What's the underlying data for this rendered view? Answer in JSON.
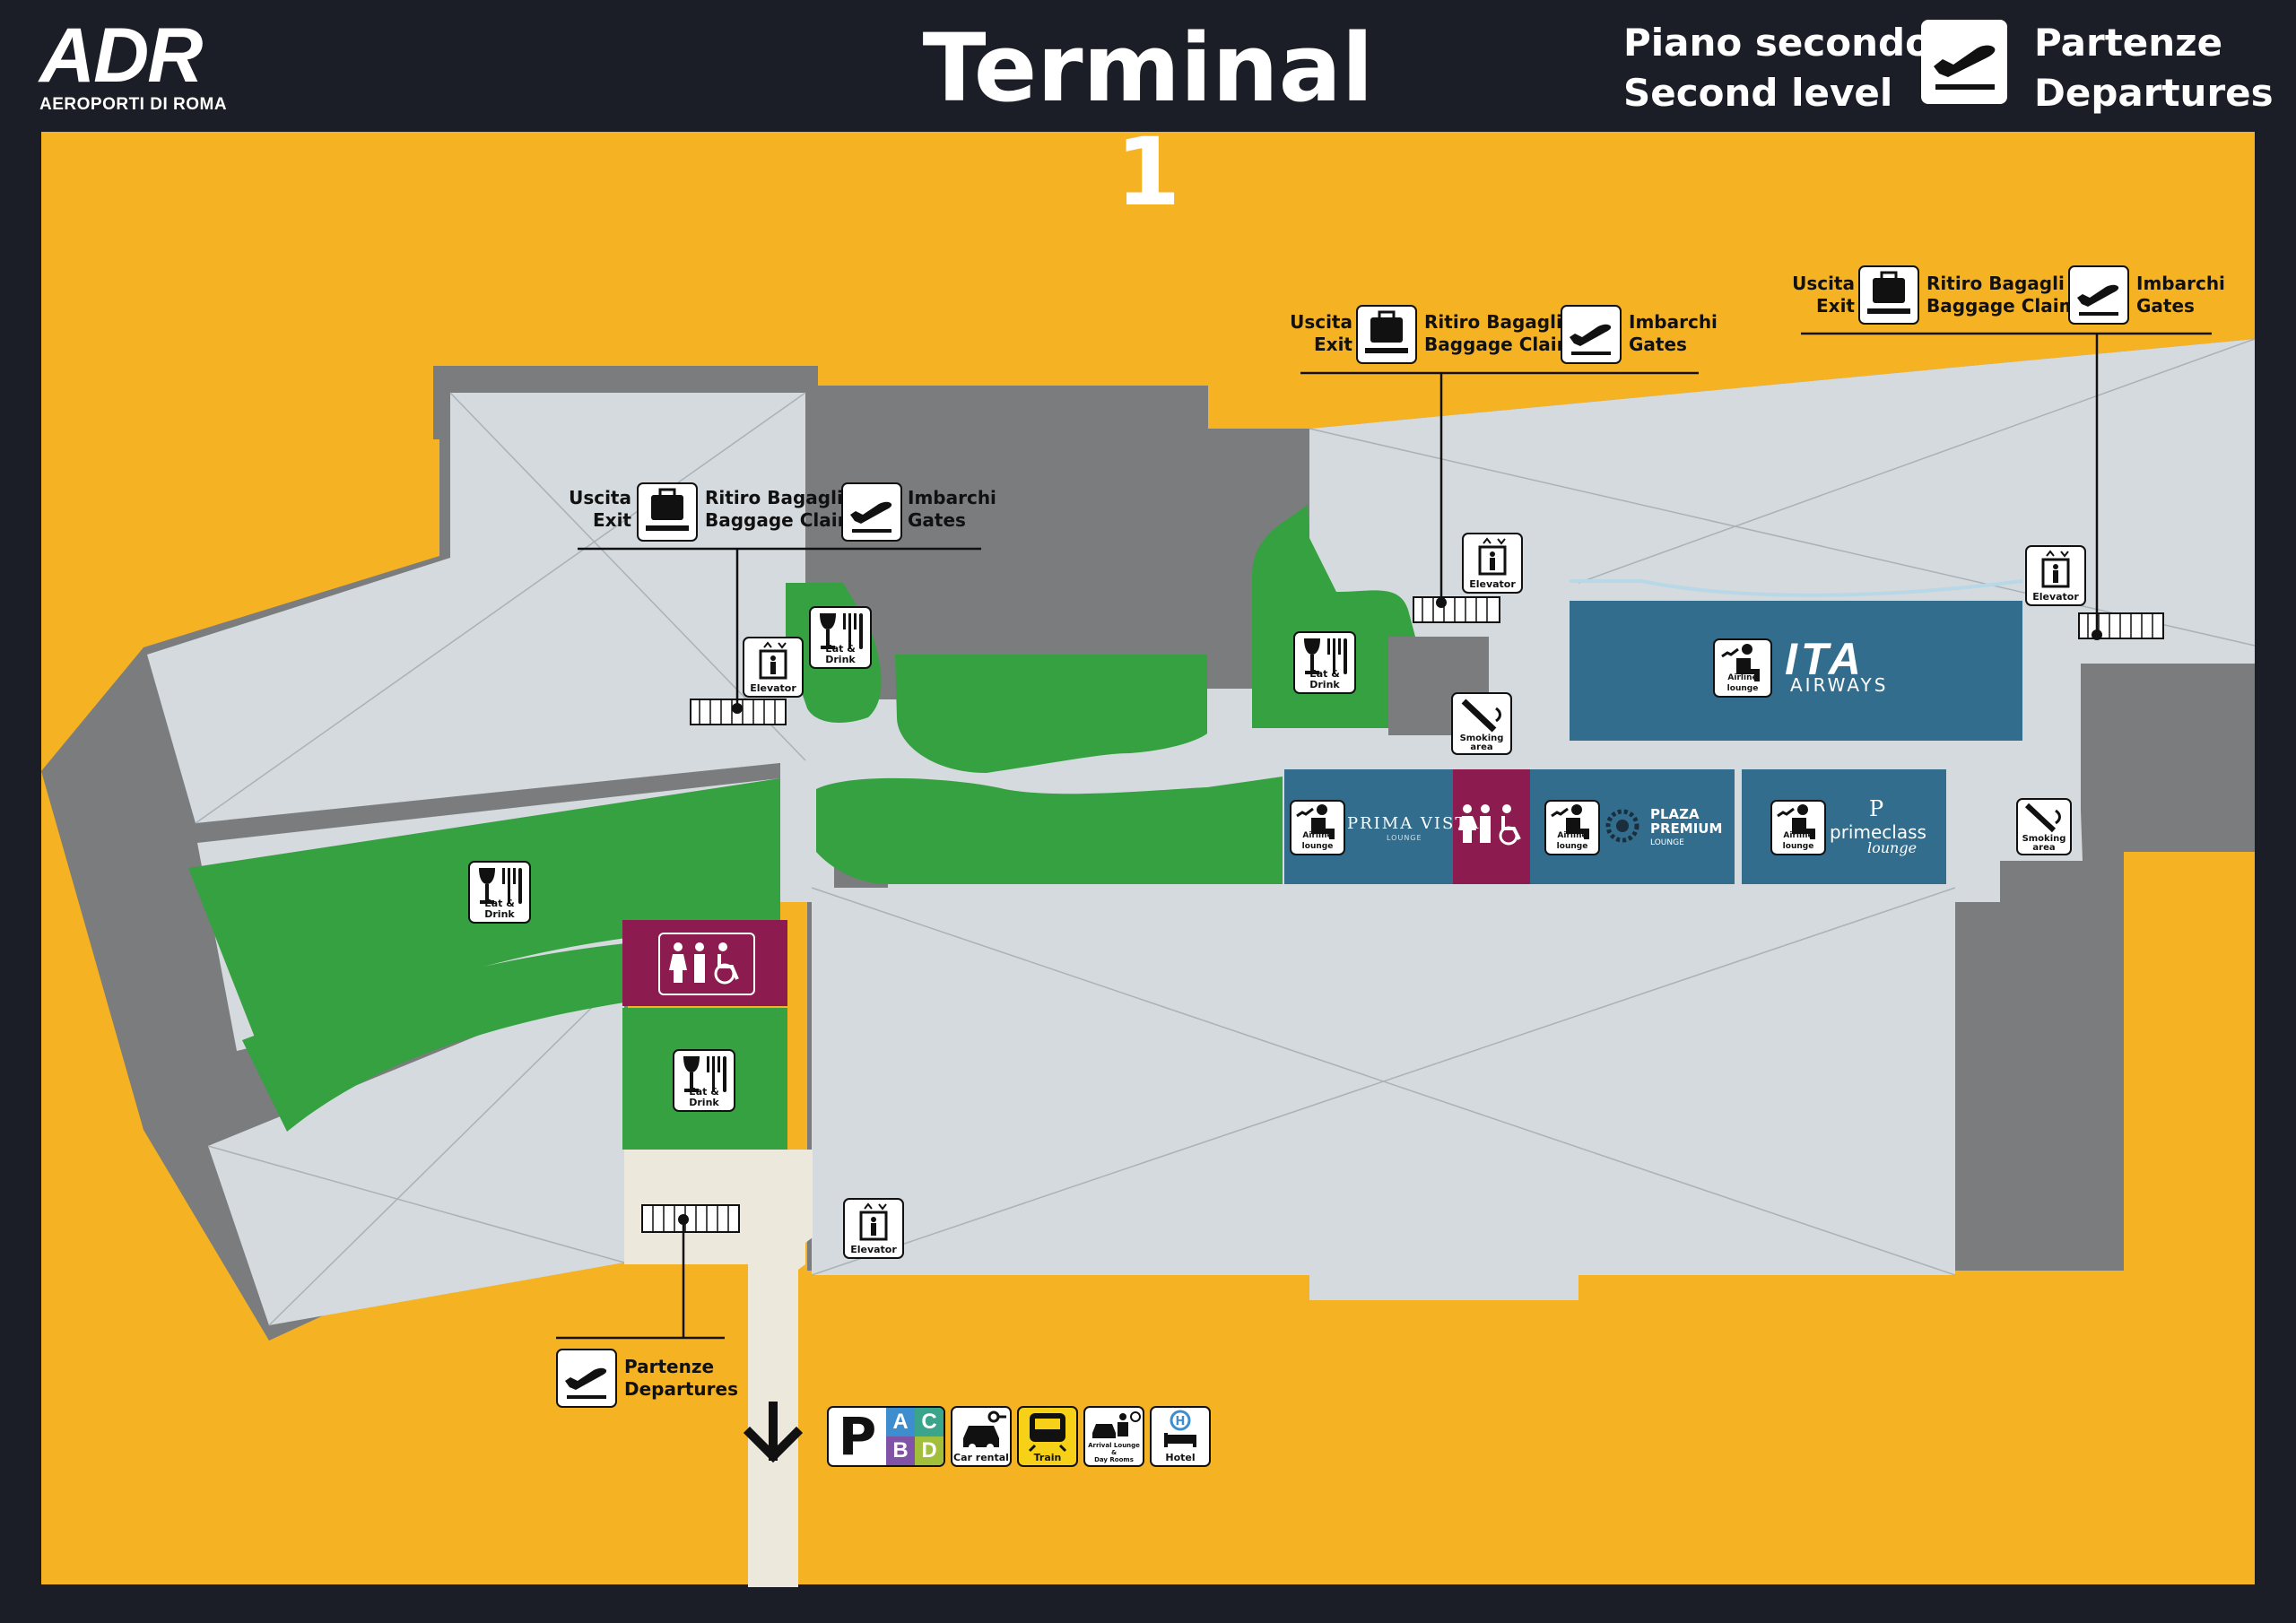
{
  "header": {
    "logo_text": "ADR",
    "logo_subtitle": "AEROPORTI DI ROMA",
    "title": "Terminal 1",
    "level_it": "Piano secondo",
    "level_en": "Second level",
    "mode_it": "Partenze",
    "mode_en": "Departures"
  },
  "signs": {
    "exit_it": "Uscita",
    "exit_en": "Exit",
    "baggage_it": "Ritiro Bagagli",
    "baggage_en": "Baggage Claim",
    "gates_it": "Imbarchi",
    "gates_en": "Gates",
    "departures_it": "Partenze",
    "departures_en": "Departures"
  },
  "icon_labels": {
    "eat_drink": "Eat & Drink",
    "elevator": "Elevator",
    "smoking_line1": "Smoking",
    "smoking_line2": "area",
    "airline_lounge": "Airline lounge",
    "car_rental": "Car rental",
    "train": "Train",
    "arrival_lounge_line1": "Arrival Lounge",
    "arrival_lounge_line2": "&",
    "arrival_lounge_line3": "Day Rooms",
    "hotel": "Hotel"
  },
  "parking": {
    "p": "P",
    "zones": [
      "A",
      "C",
      "B",
      "D"
    ]
  },
  "lounges": {
    "ita_line1": "ITA",
    "ita_line2": "AIRWAYS",
    "prima_vista": "PRIMA VISTA",
    "prima_vista_sub": "LOUNGE",
    "plaza_line1": "PLAZA",
    "plaza_line2": "PREMIUM",
    "plaza_line3": "LOUNGE",
    "primeclass_mark": "P",
    "primeclass_line1": "primeclass",
    "primeclass_line2": "lounge"
  },
  "colors": {
    "background_outer": "#1c1e27",
    "airside": "#f5b223",
    "floor": "#d4dadd",
    "wall": "#7b7c7e",
    "dining_area": "#35a140",
    "lounge": "#326d8e",
    "restroom": "#8c1b4f",
    "corridor": "#ece8dc"
  }
}
